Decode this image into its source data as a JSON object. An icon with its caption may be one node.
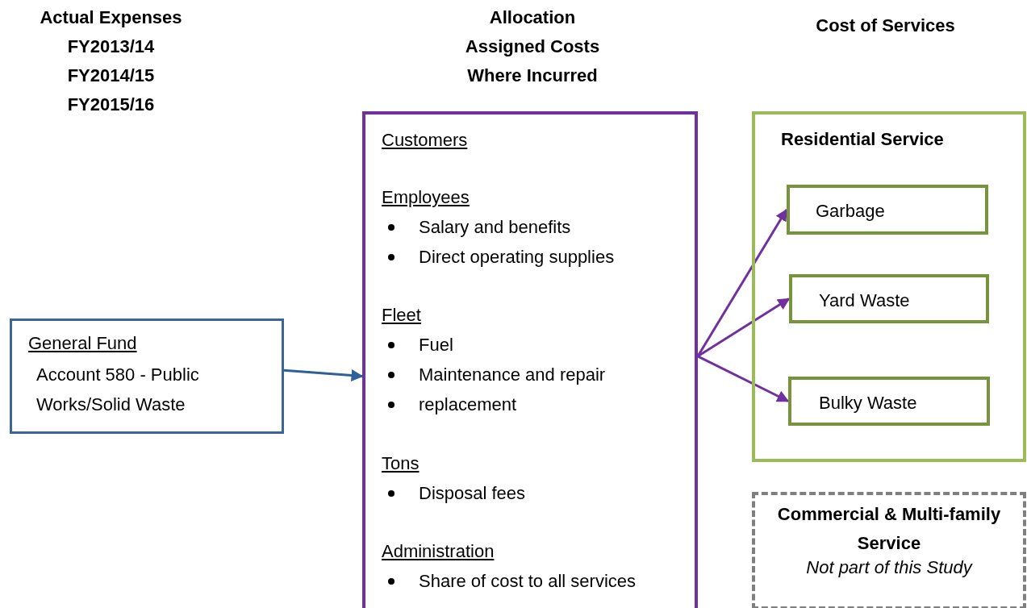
{
  "diagram": {
    "nodes": [
      {
        "text": [
          "General Fund",
          "Account 580 - Public Works/Solid Waste"
        ]
      },
      {
        "text": [
          "Customers",
          "Employees",
          "Salary and benefits",
          "Direct operating supplies",
          "Fleet",
          "Fuel",
          "Maintenance and repair",
          "replacement",
          "Tons",
          "Disposal fees",
          "Administration",
          "Share of cost to all services"
        ]
      },
      {
        "text": [
          "Residential Service"
        ]
      },
      {
        "text": [
          "Garbage"
        ],
        "in": 2
      },
      {
        "text": [
          "Yard Waste"
        ],
        "in": 2
      },
      {
        "text": [
          "Bulky Waste"
        ],
        "in": 2
      },
      {
        "text": [
          "Commercial & Multi-family Service",
          "Not part of this Study"
        ]
      }
    ],
    "edges": [
      {
        "from": 0,
        "to": 1,
        "arrow": "to",
        "color": "#2e6099"
      },
      {
        "from": 1,
        "to": 3,
        "arrow": "to"
      },
      {
        "from": 1,
        "to": 4,
        "arrow": "to"
      },
      {
        "from": 1,
        "to": 5,
        "arrow": "to"
      }
    ],
    "labels": [
      "Actual Expenses",
      "FY2013/14",
      "FY2014/15",
      "FY2015/16",
      "Allocation",
      "Assigned Costs",
      "Where Incurred",
      "Cost of Services"
    ]
  }
}
